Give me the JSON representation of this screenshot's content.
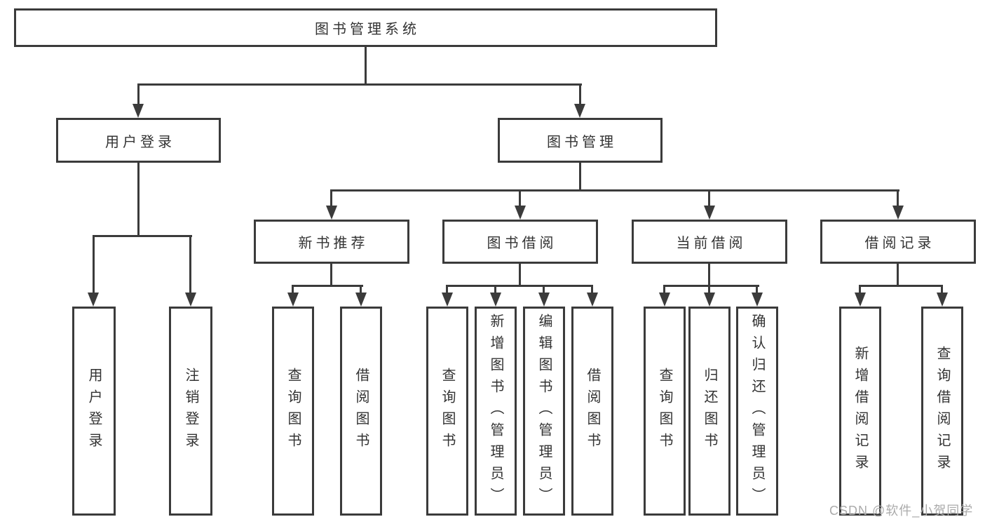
{
  "tree": {
    "root": "图书管理系统",
    "user": {
      "label": "用户登录",
      "children": [
        "用户登录",
        "注销登录"
      ]
    },
    "mgmt": {
      "label": "图书管理",
      "modules": [
        {
          "label": "新书推荐",
          "children": [
            "查询图书",
            "借阅图书"
          ]
        },
        {
          "label": "图书借阅",
          "children": [
            "查询图书",
            "新增图书（管理员）",
            "编辑图书（管理员）",
            "借阅图书"
          ]
        },
        {
          "label": "当前借阅",
          "children": [
            "查询图书",
            "归还图书",
            "确认归还（管理员）"
          ]
        },
        {
          "label": "借阅记录",
          "children": [
            "新增借阅记录",
            "查询借阅记录"
          ]
        }
      ]
    }
  },
  "watermark": "CSDN @软件_小贺同学",
  "colors": {
    "line": "#3b3b3b",
    "text": "#333333",
    "background": "#ffffff",
    "watermark": "#ababab"
  },
  "icons": {
    "arrow_down": "▼"
  }
}
